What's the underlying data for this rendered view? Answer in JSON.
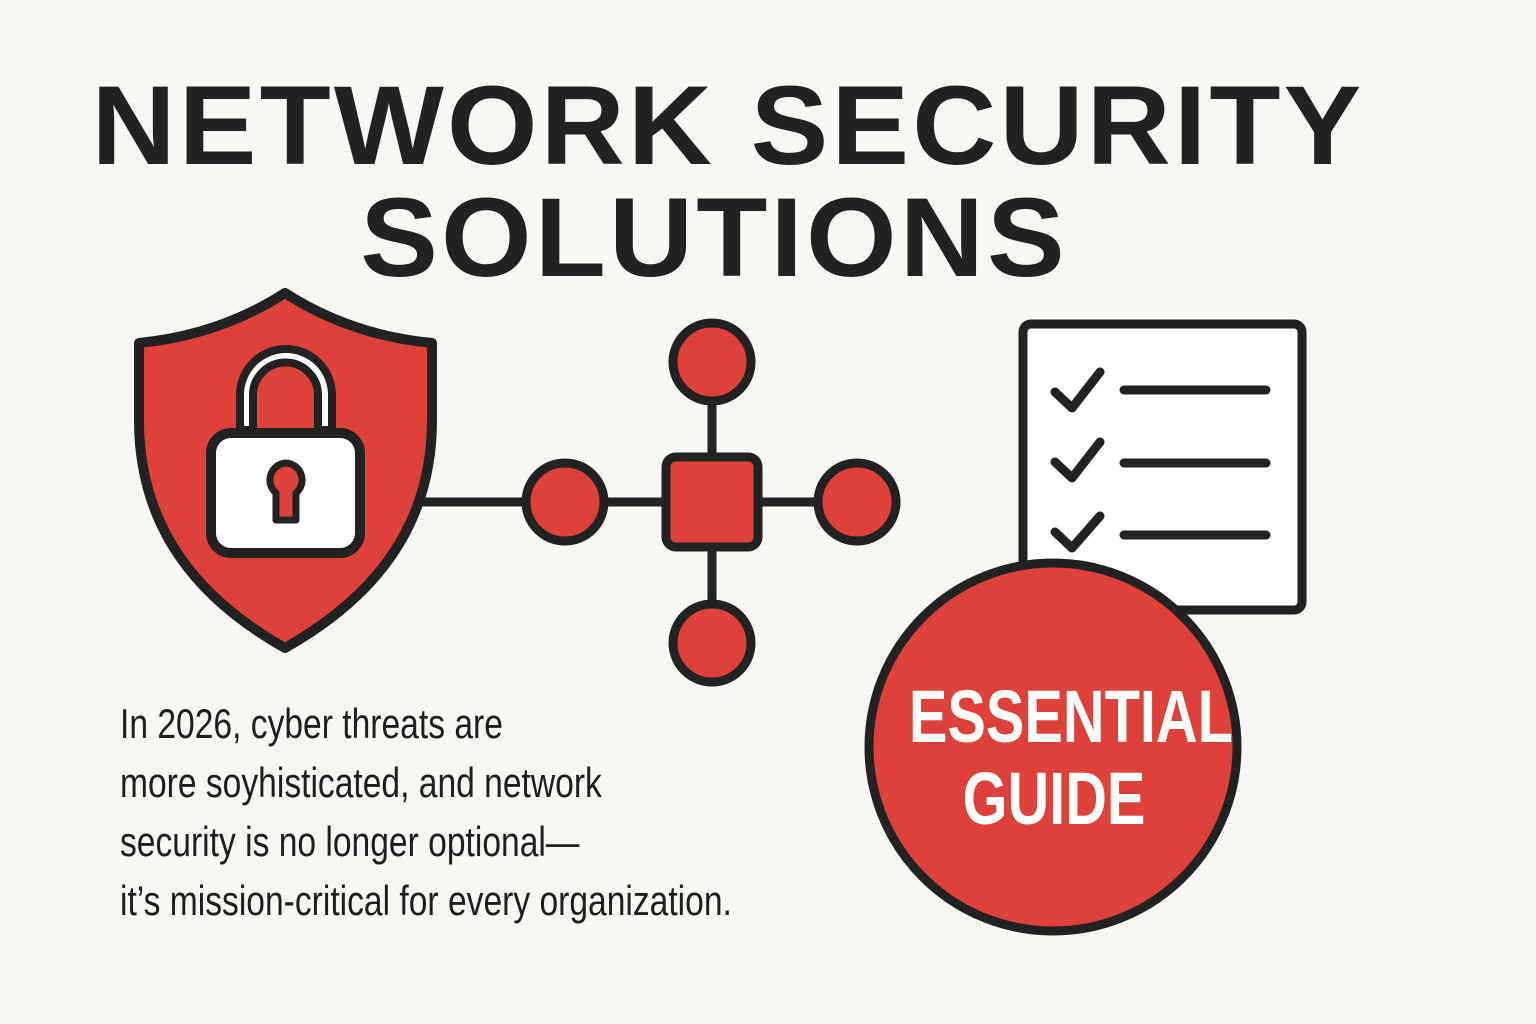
{
  "title": {
    "line1": "NETWORK SECURITY",
    "line2": "SOLUTIONS"
  },
  "body": {
    "lines": [
      "In 2026, cyber threats are",
      "more soyhisticated, and network",
      "security is no longer optional—",
      "it’s mission-critical for every organization."
    ]
  },
  "badge": {
    "line1": "ESSENTIAL",
    "line2": "GUIDE"
  },
  "icons": [
    "shield-lock-icon",
    "network-nodes-icon",
    "checklist-icon"
  ],
  "colors": {
    "accent": "#dd4139",
    "ink": "#222222",
    "background": "#f8f7f4"
  }
}
